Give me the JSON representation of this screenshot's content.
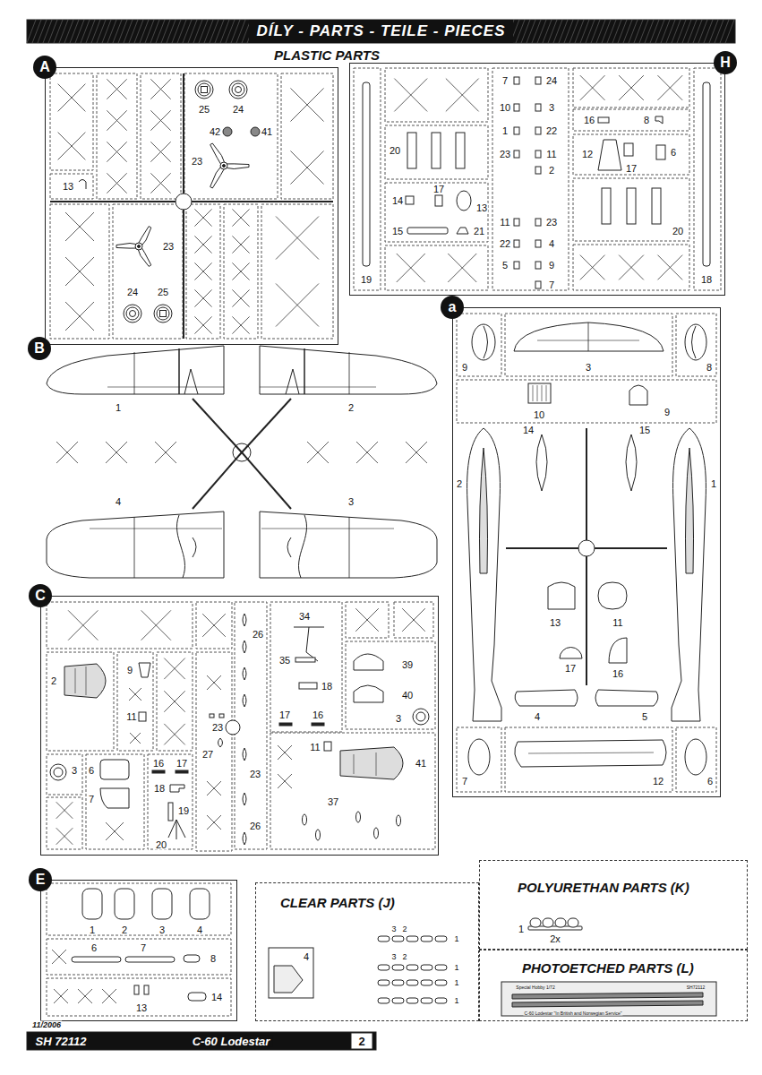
{
  "diagram": {
    "title": "DÍLY - PARTS - TEILE - PIECES",
    "nodes": [
      {
        "text": [
          "A"
        ]
      },
      {
        "text": [
          "H"
        ]
      },
      {
        "text": [
          "a"
        ]
      },
      {
        "text": [
          "B"
        ]
      },
      {
        "text": [
          "C"
        ]
      },
      {
        "text": [
          "E"
        ]
      },
      {
        "text": [
          "CLEAR PARTS (J)"
        ]
      },
      {
        "text": [
          "POLYURETHAN PARTS (K)"
        ]
      },
      {
        "text": [
          "PHOTOETCHED PARTS (L)"
        ]
      }
    ],
    "labels": [
      "PLASTIC PARTS",
      "13",
      "25",
      "24",
      "42",
      "41",
      "23",
      "23",
      "24",
      "25",
      "7",
      "24",
      "10",
      "3",
      "1",
      "22",
      "20",
      "23",
      "11",
      "2",
      "16",
      "8",
      "12",
      "17",
      "6",
      "17",
      "14",
      "13",
      "11",
      "23",
      "22",
      "4",
      "20",
      "15",
      "21",
      "5",
      "9",
      "7",
      "19",
      "18",
      "9",
      "3",
      "8",
      "10",
      "9",
      "2",
      "14",
      "15",
      "1",
      "13",
      "11",
      "17",
      "16",
      "4",
      "5",
      "7",
      "12",
      "6",
      "1",
      "2",
      "4",
      "3",
      "34",
      "26",
      "35",
      "39",
      "2",
      "9",
      "18",
      "40",
      "11",
      "17",
      "16",
      "3",
      "23",
      "27",
      "11",
      "41",
      "3",
      "6",
      "16",
      "17",
      "18",
      "23",
      "7",
      "37",
      "19",
      "26",
      "20",
      "1",
      "2",
      "3",
      "4",
      "6",
      "7",
      "8",
      "13",
      "14",
      "4",
      "3",
      "2",
      "1",
      "3",
      "2",
      "1",
      "1",
      "1",
      "1",
      "2x",
      "Special Hobby 1/72",
      "SH72112",
      "C-60 Lodestar \"In British and Norwegian Service\"",
      "11/2006",
      "SH 72112",
      "C-60 Lodestar",
      "2"
    ]
  }
}
